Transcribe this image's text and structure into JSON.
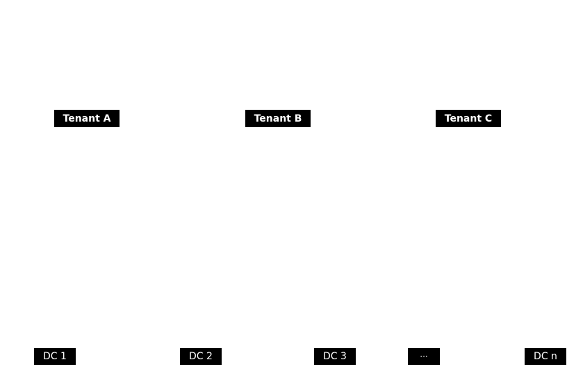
{
  "tenants": [
    {
      "label": "Tenant A"
    },
    {
      "label": "Tenant B"
    },
    {
      "label": "Tenant C"
    }
  ],
  "datacenters": [
    {
      "label": "DC 1"
    },
    {
      "label": "DC 2"
    },
    {
      "label": "DC 3"
    },
    {
      "label": "···"
    },
    {
      "label": "DC n"
    }
  ],
  "colors": {
    "background": "#ffffff",
    "label_background": "#000000",
    "label_text": "#ffffff"
  }
}
